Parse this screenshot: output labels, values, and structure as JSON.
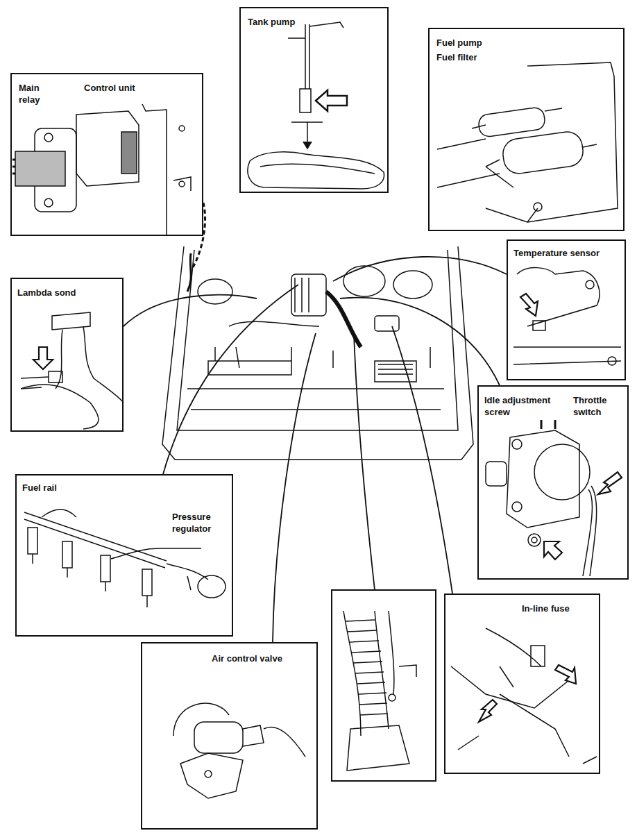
{
  "diagram": {
    "nodes": [
      {
        "text": [
          "Tank pump"
        ]
      },
      {
        "text": [
          "Main relay",
          "Control unit"
        ]
      },
      {
        "text": [
          "Fuel pump",
          "Fuel filter"
        ]
      },
      {
        "text": [
          "Temperature sensor"
        ]
      },
      {
        "text": [
          "Lambda sond"
        ]
      },
      {
        "text": [
          "Idle adjustment screw",
          "Throttle switch"
        ]
      },
      {
        "text": [
          "Fuel rail",
          "Pressure regulator"
        ]
      },
      {
        "text": [
          "In-line fuse"
        ]
      },
      {
        "text": [
          "Air control valve"
        ]
      }
    ]
  }
}
